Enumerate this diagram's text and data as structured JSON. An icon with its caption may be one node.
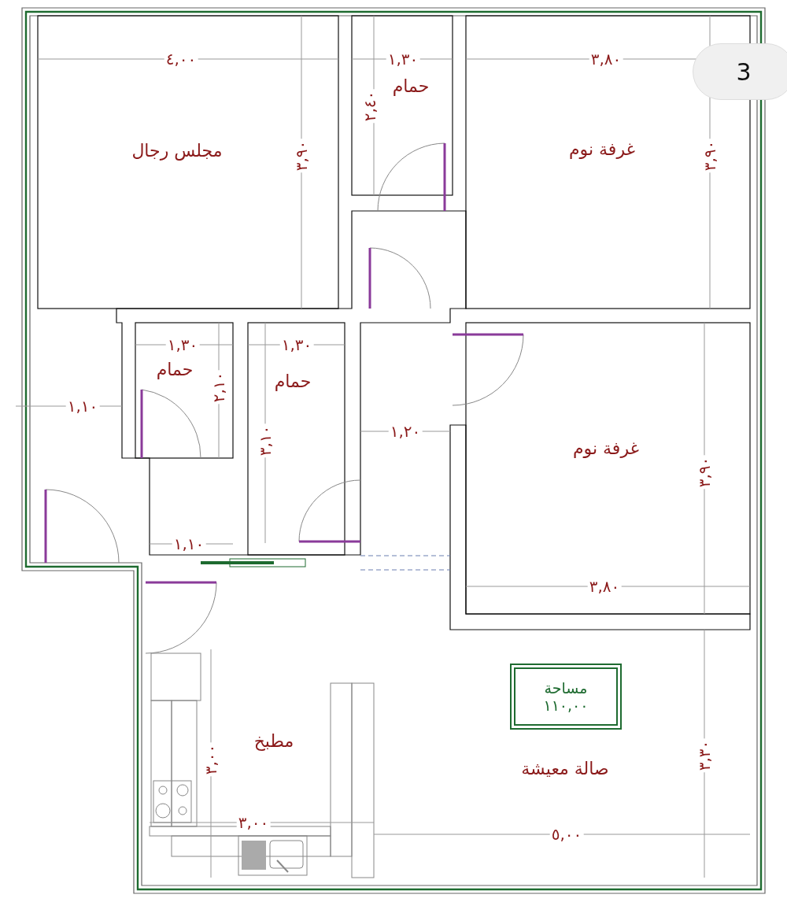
{
  "diagram": {
    "nodes": [
      {
        "text": [
          "مساحة",
          "١١٠,٠٠"
        ]
      },
      {
        "text": [
          "3"
        ]
      }
    ],
    "labels": [
      "٤,٠٠",
      "١,٣٠",
      "٣,٨٠",
      "حمام",
      "٢,٤٠",
      "مجلس رجال",
      "٣,٩٠",
      "غرفة نوم",
      "٣,٩٠",
      "١,٣٠",
      "١,٣٠",
      "حمام",
      "٢,١٠",
      "حمام",
      "١,١٠",
      "٣,١٠",
      "١,٢٠",
      "غرفة نوم",
      "٣,٩٠",
      "١,١٠",
      "٣,٨٠",
      "مطبخ",
      "٣,٠٠",
      "صالة معيشة",
      "٣,٣٠",
      "٣,٠٠",
      "٥,٠٠"
    ]
  }
}
